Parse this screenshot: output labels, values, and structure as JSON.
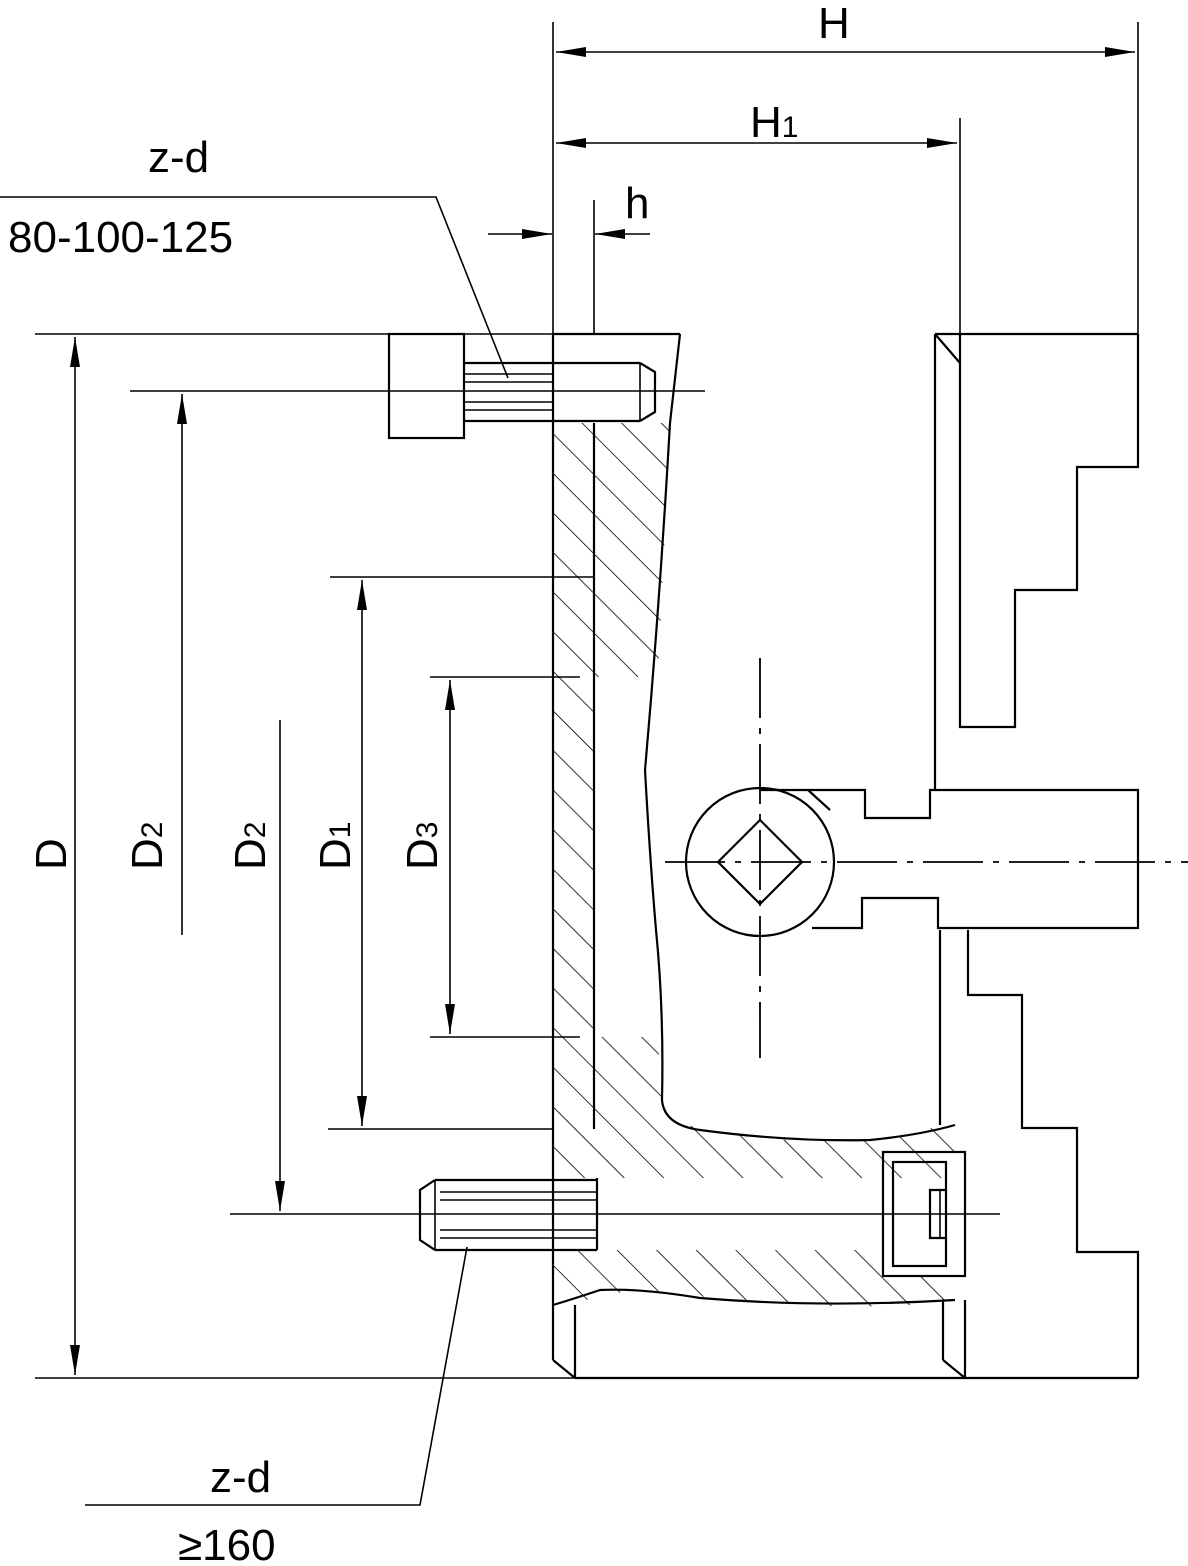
{
  "labels": {
    "H": "H",
    "H1_main": "H",
    "H1_sub": "1",
    "h": "h",
    "zd_top": "z-d",
    "sizes_top": "80-100-125",
    "D": "D",
    "D2_outer_main": "D",
    "D2_outer_sub": "2",
    "D2_inner_main": "D",
    "D2_inner_sub": "2",
    "D1_main": "D",
    "D1_sub": "1",
    "D3_main": "D",
    "D3_sub": "3",
    "zd_bottom": "z-d",
    "sizes_bottom": "≥160"
  }
}
